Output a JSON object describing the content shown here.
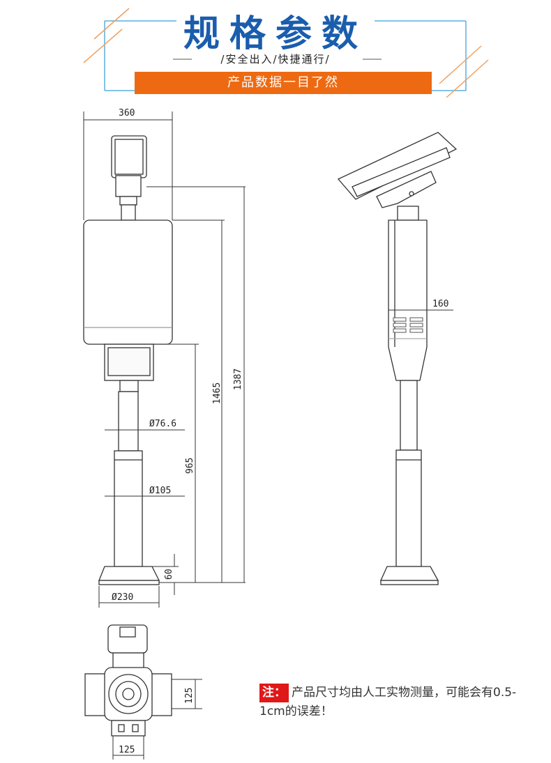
{
  "header": {
    "title": "规格参数",
    "subtitle": "/安全出入/快捷通行/",
    "banner": "产品数据一目了然"
  },
  "dimensions": {
    "width_top": "360",
    "height_total": "1465",
    "height_to_camera": "1387",
    "height_to_body": "965",
    "base_height": "60",
    "pole_upper_dia": "Ø76.6",
    "pole_lower_dia": "Ø105",
    "base_dia": "Ø230",
    "side_width": "160",
    "top_view_w": "125",
    "top_view_h": "125"
  },
  "note": {
    "label": "注：",
    "text": "产品尺寸均由人工实物测量，可能会有0.5-1cm的误差！"
  },
  "colors": {
    "title_blue": "#1a5dad",
    "accent_orange": "#ee6a12",
    "note_red": "#e01818"
  }
}
